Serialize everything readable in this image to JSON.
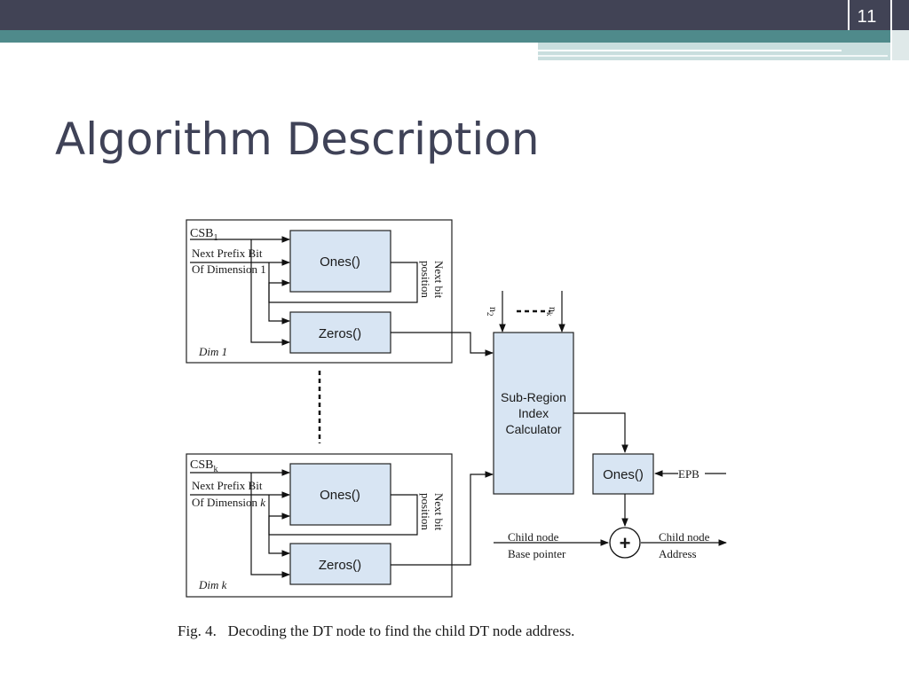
{
  "slide": {
    "number": "11",
    "title": "Algorithm Description"
  },
  "colors": {
    "header_dark": "#414355",
    "header_teal": "#4f8a8b",
    "header_light": "#c9dede",
    "title": "#3f4257",
    "block_fill": "#d8e5f3"
  },
  "figure": {
    "dim1": {
      "csb": "CSB",
      "csb_sub": "1",
      "prefix_line1": "Next Prefix Bit",
      "prefix_line2": "Of Dimension 1",
      "ones": "Ones()",
      "zeros": "Zeros()",
      "next_bit_line1": "Next bit",
      "next_bit_line2": "position",
      "label": "Dim 1"
    },
    "dimk": {
      "csb": "CSB",
      "csb_sub": "k",
      "prefix_line1": "Next Prefix Bit",
      "prefix_line2": "Of Dimension ",
      "prefix_var": "k",
      "ones": "Ones()",
      "zeros": "Zeros()",
      "next_bit_line1": "Next bit",
      "next_bit_line2": "position",
      "label": "Dim k"
    },
    "sub_region": {
      "line1": "Sub-Region",
      "line2": "Index",
      "line3": "Calculator"
    },
    "n2": "n",
    "n2_sub": "2",
    "nk": "n",
    "nk_sub": "k",
    "ones_epb": "Ones()",
    "epb": "EPB",
    "adder": "+",
    "child_base_line1": "Child node",
    "child_base_line2": "Base pointer",
    "child_addr_line1": "Child node",
    "child_addr_line2": "Address",
    "caption": "Fig. 4.   Decoding the DT node to find the child DT node address."
  }
}
